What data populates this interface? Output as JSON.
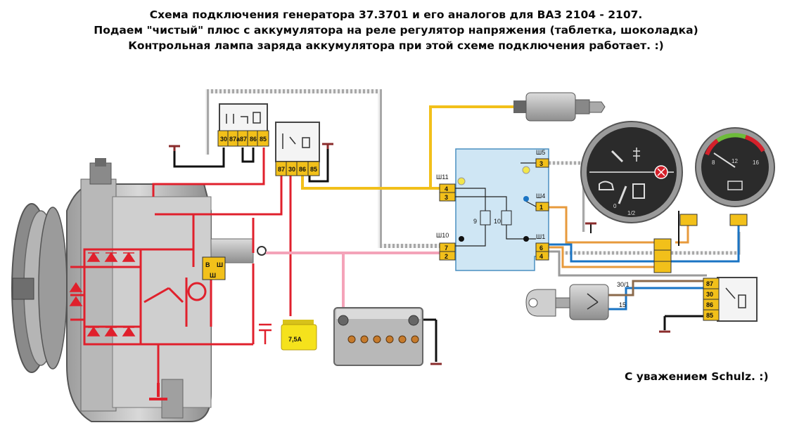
{
  "title": {
    "line1": "Схема подключения генератора 37.3701 и его аналогов для ВАЗ 2104 - 2107.",
    "line2": "Подаем \"чистый\" плюс с аккумулятора на реле регулятор напряжения (таблетка, шоколадка)",
    "line3": "Контрольная лампа заряда аккумулятора при этой схеме подключения работает.  :)"
  },
  "signature": "С уважением Schulz.  :)",
  "relay_left": {
    "pins": [
      "30",
      "87a",
      "87",
      "86",
      "85"
    ]
  },
  "relay_mid": {
    "pins": [
      "87",
      "30",
      "86",
      "85"
    ]
  },
  "relay_right": {
    "pins": [
      "87",
      "30",
      "86",
      "85"
    ]
  },
  "fuse_label": "7,5А",
  "regulator_terminals": {
    "b": "В",
    "sh": "Ш"
  },
  "instrument_block": {
    "connectors": {
      "sh5": "Ш5",
      "sh11": "Ш11",
      "sh4": "Ш4",
      "sh10": "Ш10",
      "sh1": "Ш1"
    },
    "pins": {
      "p3_top": "3",
      "p4": "4",
      "p3": "3",
      "p1": "1",
      "p7": "7",
      "p2": "2",
      "p6": "6",
      "p4b": "4"
    },
    "resistors": {
      "r9": "9",
      "r10": "10"
    }
  },
  "ignition": {
    "t30_1": "30/1",
    "t15": "15"
  },
  "gauges": {
    "left": {
      "tick_0": "0",
      "tick_half": "1/2"
    },
    "right": {
      "tick_8": "8",
      "tick_12": "12",
      "tick_16": "16"
    }
  },
  "colors": {
    "red": "#e0202c",
    "yellow": "#f2c01a",
    "black": "#111111",
    "pink": "#f4a3b9",
    "blue": "#1a74c4",
    "orange": "#e79a3c",
    "gray": "#9a9a9a",
    "light_blue_block": "#cfe6f4"
  }
}
